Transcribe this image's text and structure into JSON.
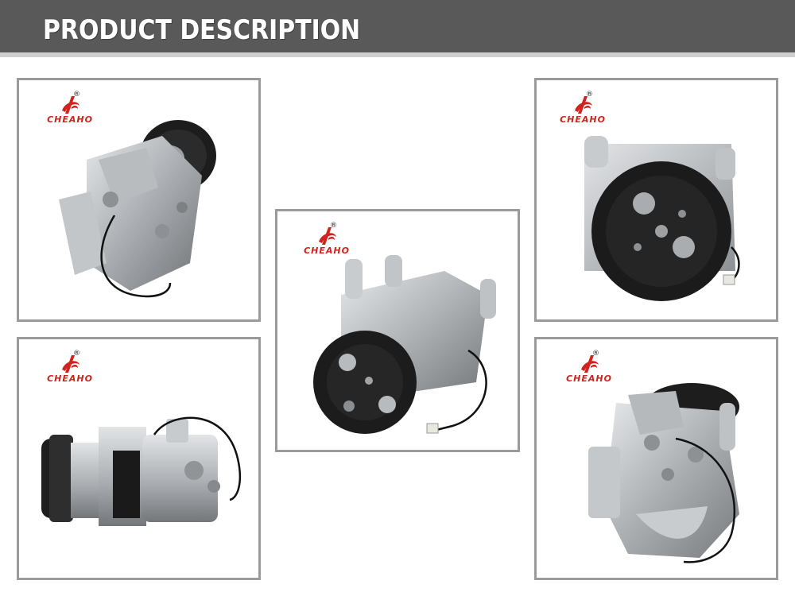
{
  "header": {
    "title": "PRODUCT DESCRIPTION"
  },
  "brand": {
    "name": "CHEAHO",
    "registered_mark": "®"
  },
  "colors": {
    "header_bg": "#595959",
    "frame_border": "#9b9b9b",
    "brand_red": "#d1231d"
  },
  "photos": [
    {
      "view": "compressor-angled-front-left"
    },
    {
      "view": "compressor-side-view"
    },
    {
      "view": "compressor-center-pulley-front"
    },
    {
      "view": "compressor-pulley-front"
    },
    {
      "view": "compressor-rear-view"
    }
  ]
}
